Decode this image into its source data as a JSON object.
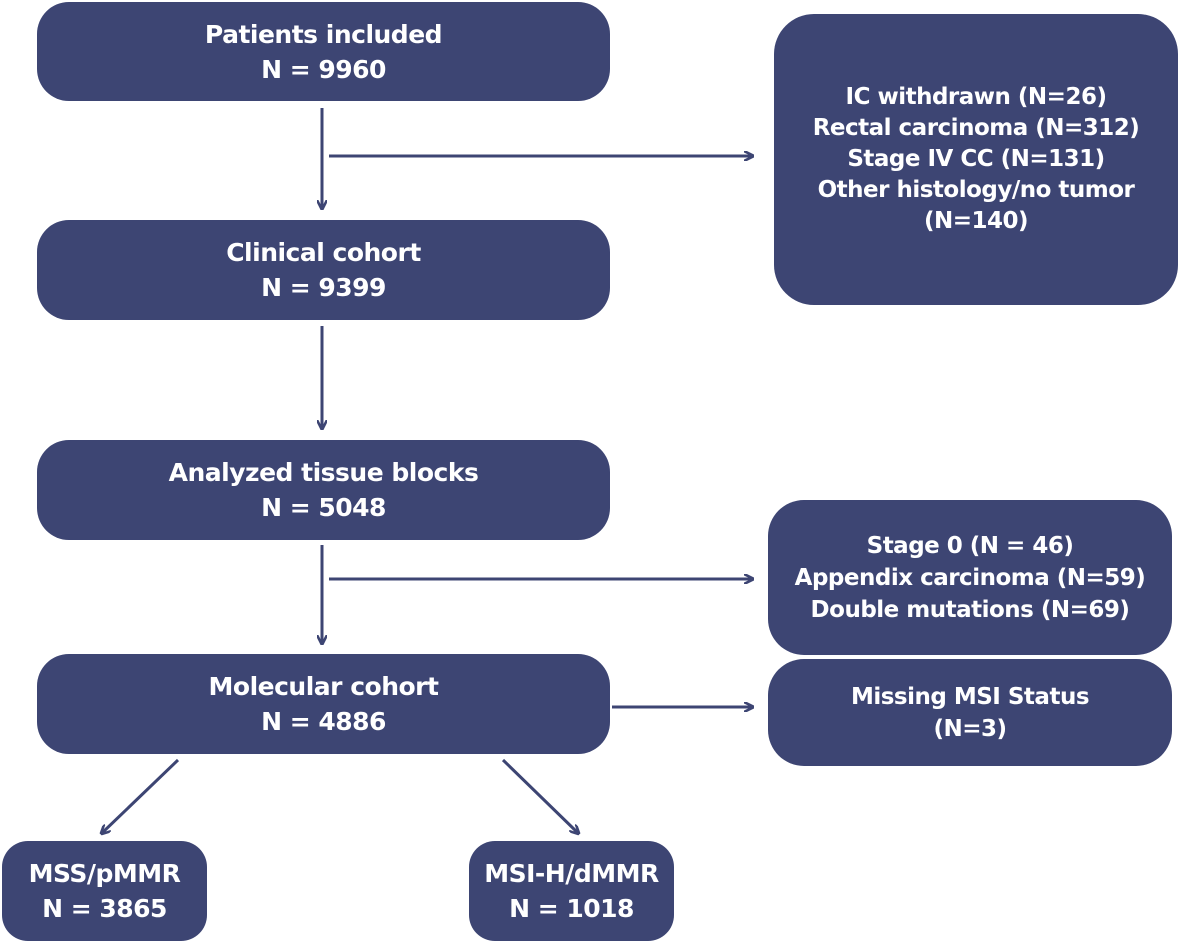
{
  "colors": {
    "box_fill": "#3d4573",
    "box_text": "#ffffff",
    "arrow": "#3d4573",
    "background": "#ffffff"
  },
  "boxes": {
    "patients_included": {
      "line1": "Patients included",
      "line2": "N = 9960"
    },
    "clinical_cohort": {
      "line1": "Clinical cohort",
      "line2": "N = 9399"
    },
    "analyzed_tissue_blocks": {
      "line1": "Analyzed tissue blocks",
      "line2": "N = 5048"
    },
    "molecular_cohort": {
      "line1": "Molecular cohort",
      "line2": "N = 4886"
    },
    "mss_pmmr": {
      "line1": "MSS/pMMR",
      "line2": "N = 3865"
    },
    "msi_h_dmmr": {
      "line1": "MSI-H/dMMR",
      "line2": "N = 1018"
    }
  },
  "exclusions": {
    "first": [
      "IC withdrawn (N=26)",
      "Rectal carcinoma (N=312)",
      "Stage IV CC (N=131)",
      "Other histology/no tumor",
      "(N=140)"
    ],
    "second": [
      "Stage 0 (N = 46)",
      "Appendix carcinoma (N=59)",
      "Double mutations (N=69)"
    ],
    "third": [
      "Missing MSI Status",
      "(N=3)"
    ]
  }
}
